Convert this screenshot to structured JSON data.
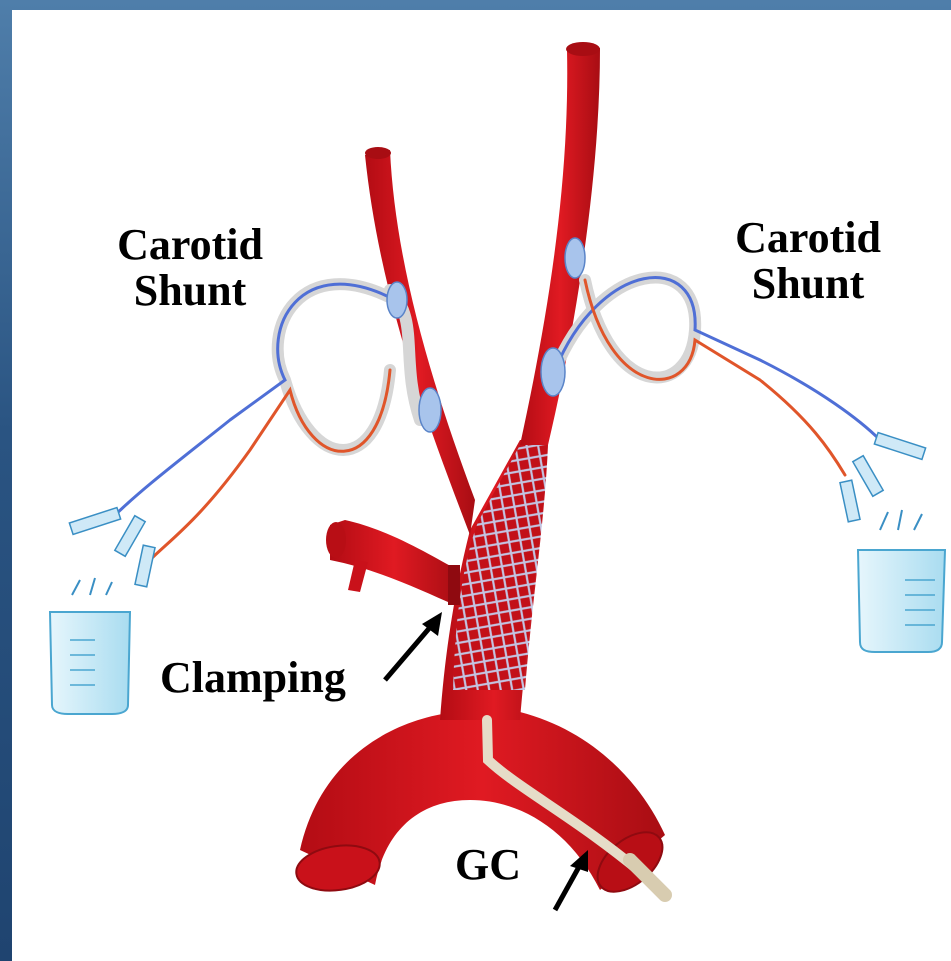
{
  "labels": {
    "left_shunt_line1": "Carotid",
    "left_shunt_line2": "Shunt",
    "right_shunt_line1": "Carotid",
    "right_shunt_line2": "Shunt",
    "clamping": "Clamping",
    "gc": "GC"
  },
  "colors": {
    "frame": "#2d5a86",
    "vessel": "#d4141c",
    "vessel_dark": "#a80d13",
    "shunt_tube": "#d8d8d8",
    "shunt_blue": "#4f6fd6",
    "shunt_red": "#e0552a",
    "mesh": "#b9c4e6",
    "beaker": "#bfe6f5"
  }
}
